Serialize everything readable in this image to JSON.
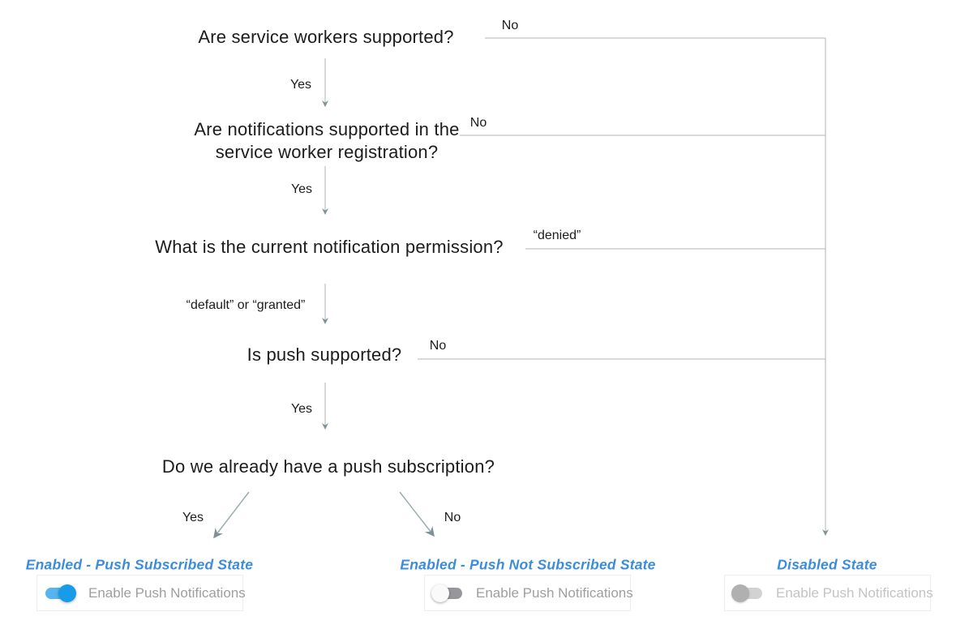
{
  "flow": {
    "q1": {
      "text": "Are service workers supported?",
      "yes": "Yes",
      "no": "No"
    },
    "q2": {
      "text": "Are notifications supported in the service worker registration?",
      "yes": "Yes",
      "no": "No"
    },
    "q3": {
      "text": "What is the current notification permission?",
      "down": "“default” or “granted”",
      "right": "“denied”"
    },
    "q4": {
      "text": "Is push supported?",
      "yes": "Yes",
      "no": "No"
    },
    "q5": {
      "text": "Do we already have a push subscription?",
      "yes": "Yes",
      "no": "No"
    }
  },
  "states": {
    "subscribed": {
      "title": "Enabled - Push Subscribed State",
      "toggle": "on",
      "label": "Enable Push Notifications"
    },
    "not_subscribed": {
      "title": "Enabled - Push Not Subscribed State",
      "toggle": "off",
      "label": "Enable Push Notifications"
    },
    "disabled": {
      "title": "Disabled State",
      "toggle": "disabled",
      "label": "Enable Push Notifications"
    }
  },
  "colors": {
    "state_title_blue": "#3c8cdc",
    "toggle_on_thumb": "#189be8",
    "toggle_on_track": "#55b5ec",
    "toggle_off_track": "#97979b",
    "toggle_disabled_thumb": "#b0b0b0",
    "line_gray": "#b2b6b6",
    "card_label_gray": "#9e9e9e"
  }
}
